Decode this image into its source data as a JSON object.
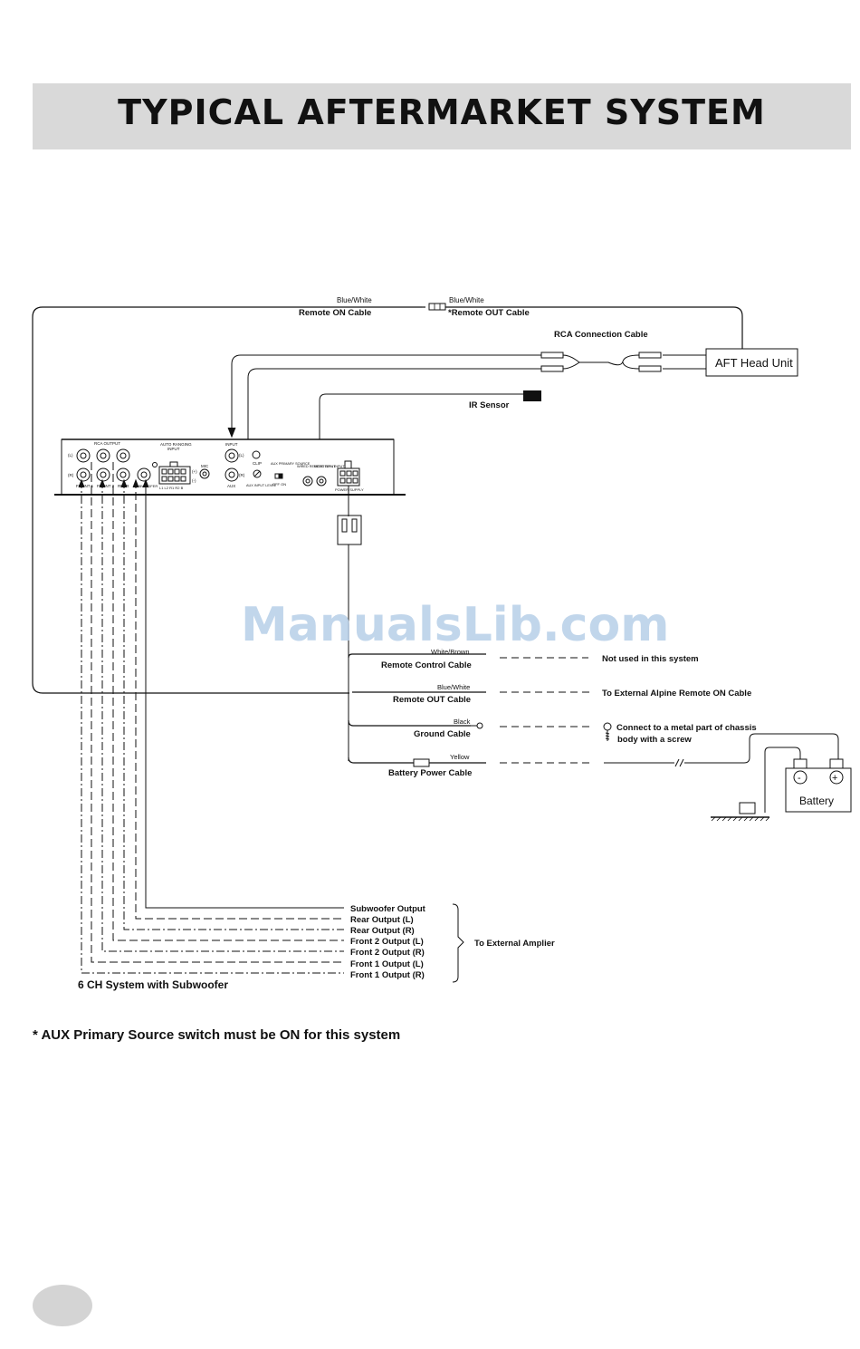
{
  "page": {
    "title": "TYPICAL AFTERMARKET SYSTEM",
    "footnote": "* AUX Primary Source switch must be ON for this system",
    "watermark": "ManualsLib.com"
  },
  "top_cables": {
    "remote_on_color": "Blue/White",
    "remote_on_label": "Remote ON Cable",
    "remote_out_color": "Blue/White",
    "remote_out_label": "*Remote OUT Cable",
    "rca_label": "RCA Connection Cable",
    "head_unit": "AFT Head Unit",
    "ir_sensor": "IR Sensor"
  },
  "unit_panel": {
    "rca_output": "RCA OUTPUT",
    "auto_ranging": "AUTO RANGING",
    "input_word": "INPUT",
    "input2": "INPUT",
    "clip": "CLIP",
    "mic": "MIC",
    "aux_primary": "AUX PRIMARY SOURCE",
    "off_on": "OFF  ON",
    "aux_level": "AUX INPUT LEVEL",
    "wired_remote": "WIRED REMOTE INPUT",
    "remote_in": "REMOTE IN INPUT",
    "power_supply": "POWER SUPPLY",
    "front1": "FRONT 1",
    "front2": "FRONT 2",
    "rear": "REAR",
    "subwoofer": "SUBWOOFER",
    "aux": "AUX",
    "l": "(L)",
    "r": "(R)",
    "plus": "(+)",
    "minus": "(-)",
    "pin_labels": "L1  L2  R1  R2  B"
  },
  "power_harness": {
    "rows": [
      {
        "color": "White/Brown",
        "label": "Remote Control Cable",
        "destination": "Not used in this system"
      },
      {
        "color": "Blue/White",
        "label": "Remote OUT Cable",
        "destination": "To External Alpine Remote ON Cable"
      },
      {
        "color": "Black",
        "label": "Ground Cable",
        "destination": "Connect to a metal part of chassis",
        "destination2": "body with a screw"
      },
      {
        "color": "Yellow",
        "label": "Battery Power Cable",
        "destination": ""
      }
    ],
    "battery": "Battery",
    "battery_minus": "-",
    "battery_plus": "+"
  },
  "outputs": {
    "items": [
      "Subwoofer Output",
      "Rear Output (L)",
      "Rear Output (R)",
      "Front 2 Output (L)",
      "Front 2 Output (R)",
      "Front 1 Output (L)",
      "Front 1 Output (R)"
    ],
    "destination": "To External Amplier",
    "system_label": "6 CH System with Subwoofer"
  }
}
